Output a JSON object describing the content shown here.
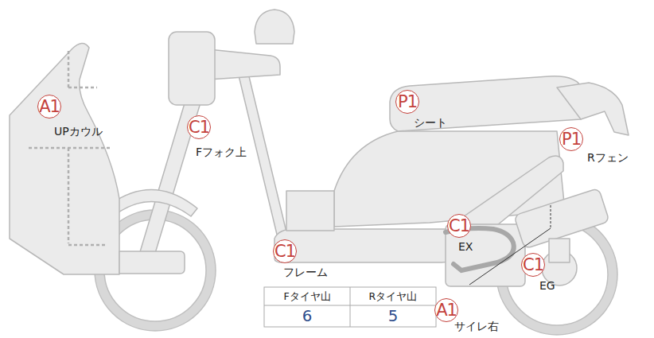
{
  "diagram": {
    "nodes": [
      {
        "text": [
          "P1",
          "シート"
        ]
      },
      {
        "text": [
          "A1",
          "UPカウル"
        ]
      },
      {
        "text": [
          "C1",
          "Fフォク上"
        ]
      },
      {
        "text": [
          "P1",
          "Rフェン"
        ]
      },
      {
        "text": [
          "C1",
          "EX"
        ]
      },
      {
        "text": [
          "C1",
          "フレーム"
        ]
      },
      {
        "text": [
          "C1",
          "EG"
        ]
      },
      {
        "text": [
          "A1",
          "サイレ右"
        ]
      }
    ],
    "labels": [
      "Fタイヤ山",
      "Rタイヤ山",
      "6",
      "5"
    ]
  }
}
